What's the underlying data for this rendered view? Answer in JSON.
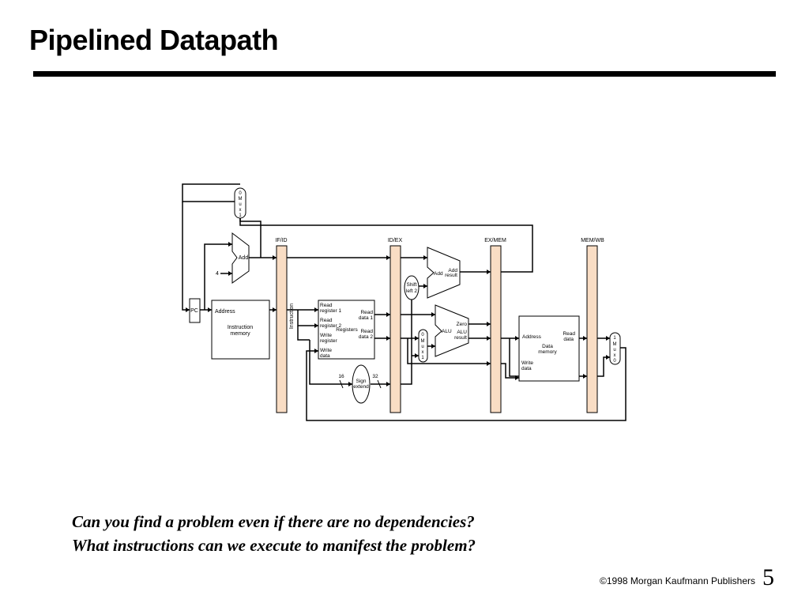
{
  "slide": {
    "title": "Pipelined Datapath",
    "questions": [
      "Can you find a problem even if there are no dependencies?",
      "What instructions can we execute to manifest the problem?"
    ],
    "copyright": "©1998 Morgan Kaufmann Publishers",
    "page_number": "5"
  },
  "diagram": {
    "pipeline_registers": [
      "IF/ID",
      "ID/EX",
      "EX/MEM",
      "MEM/WB"
    ],
    "pipeline_register_color": "#f9ddc4",
    "pc_label": "PC",
    "constant_four": "4",
    "add_pc_label": "Add",
    "instruction_memory": {
      "address": "Address",
      "name_line1": "Instruction",
      "name_line2": "memory"
    },
    "instruction_label": "Instruction",
    "registers": {
      "read_reg1_l1": "Read",
      "read_reg1_l2": "register 1",
      "read_reg2_l1": "Read",
      "read_reg2_l2": "register 2",
      "write_reg_l1": "Write",
      "write_reg_l2": "register",
      "write_data_l1": "Write",
      "write_data_l2": "data",
      "read_data1_l1": "Read",
      "read_data1_l2": "data 1",
      "read_data2_l1": "Read",
      "read_data2_l2": "data 2",
      "name": "Registers"
    },
    "sign_extend": {
      "l1": "Sign",
      "l2": "extend",
      "in_width": "16",
      "out_width": "32"
    },
    "shift_left": {
      "l1": "Shift",
      "l2": "left 2"
    },
    "branch_adder": {
      "name": "Add",
      "result_l1": "Add",
      "result_l2": "result"
    },
    "alu": {
      "name": "ALU",
      "zero": "Zero",
      "result_l1": "ALU",
      "result_l2": "result"
    },
    "data_memory": {
      "address": "Address",
      "read_l1": "Read",
      "read_l2": "data",
      "name_l1": "Data",
      "name_l2": "memory",
      "write_l1": "Write",
      "write_l2": "data"
    },
    "mux_pc": [
      "0",
      "M",
      "u",
      "x",
      "1"
    ],
    "mux_alu": [
      "0",
      "M",
      "u",
      "x",
      "1"
    ],
    "mux_wb": [
      "1",
      "M",
      "u",
      "x",
      "0"
    ]
  }
}
